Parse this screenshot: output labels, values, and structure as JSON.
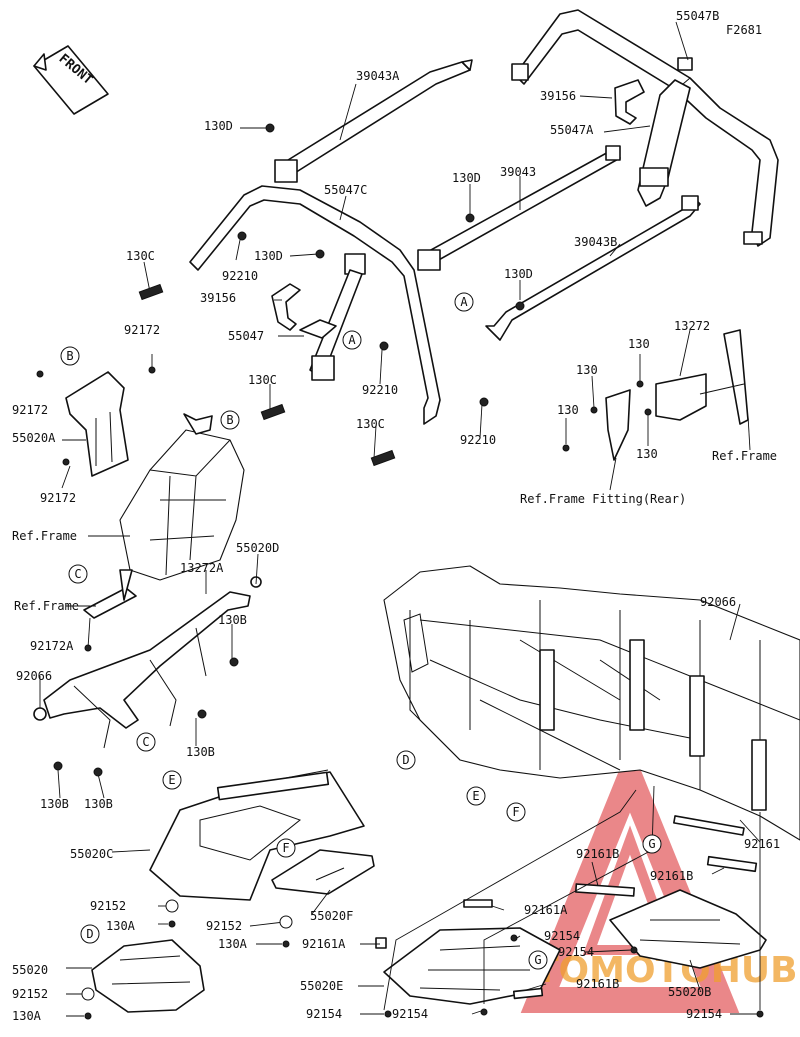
{
  "diagram_id": "F2681",
  "front_arrow": "FRONT",
  "watermark": "AUTOMOTOHUB",
  "labels": [
    {
      "text": "55047B"
    },
    {
      "text": "F2681"
    },
    {
      "text": "39043A"
    },
    {
      "text": "39156"
    },
    {
      "text": "55047A"
    },
    {
      "text": "130D"
    },
    {
      "text": "130D"
    },
    {
      "text": "39043"
    },
    {
      "text": "55047C"
    },
    {
      "text": "130C"
    },
    {
      "text": "130D"
    },
    {
      "text": "39043B"
    },
    {
      "text": "92210"
    },
    {
      "text": "39156"
    },
    {
      "text": "130D"
    },
    {
      "text": "55047"
    },
    {
      "text": "92172"
    },
    {
      "text": "13272"
    },
    {
      "text": "130C"
    },
    {
      "text": "92210"
    },
    {
      "text": "130"
    },
    {
      "text": "130"
    },
    {
      "text": "92172"
    },
    {
      "text": "130"
    },
    {
      "text": "130C"
    },
    {
      "text": "92210"
    },
    {
      "text": "130"
    },
    {
      "text": "55020A"
    },
    {
      "text": "Ref.Frame"
    },
    {
      "text": "92172"
    },
    {
      "text": "Ref.Frame Fitting(Rear)"
    },
    {
      "text": "Ref.Frame"
    },
    {
      "text": "92066"
    },
    {
      "text": "55020D"
    },
    {
      "text": "13272A"
    },
    {
      "text": "Ref.Frame"
    },
    {
      "text": "130B"
    },
    {
      "text": "92172A"
    },
    {
      "text": "92066"
    },
    {
      "text": "130B"
    },
    {
      "text": "130B"
    },
    {
      "text": "130B"
    },
    {
      "text": "55020C"
    },
    {
      "text": "92161"
    },
    {
      "text": "92161B"
    },
    {
      "text": "92161B"
    },
    {
      "text": "92152"
    },
    {
      "text": "55020F"
    },
    {
      "text": "92161A"
    },
    {
      "text": "130A"
    },
    {
      "text": "92152"
    },
    {
      "text": "92154"
    },
    {
      "text": "130A"
    },
    {
      "text": "92161A"
    },
    {
      "text": "92154"
    },
    {
      "text": "55020"
    },
    {
      "text": "55020E"
    },
    {
      "text": "92161B"
    },
    {
      "text": "55020B"
    },
    {
      "text": "92152"
    },
    {
      "text": "130A"
    },
    {
      "text": "92154"
    },
    {
      "text": "92154"
    },
    {
      "text": "92154"
    }
  ],
  "callouts": [
    {
      "letter": "A"
    },
    {
      "letter": "A"
    },
    {
      "letter": "B"
    },
    {
      "letter": "B"
    },
    {
      "letter": "C"
    },
    {
      "letter": "C"
    },
    {
      "letter": "D"
    },
    {
      "letter": "D"
    },
    {
      "letter": "E"
    },
    {
      "letter": "E"
    },
    {
      "letter": "F"
    },
    {
      "letter": "F"
    },
    {
      "letter": "G"
    },
    {
      "letter": "G"
    }
  ],
  "colors": {
    "line": "#111111",
    "watermark_red": "#d9262a",
    "watermark_orange": "#f0a030"
  }
}
